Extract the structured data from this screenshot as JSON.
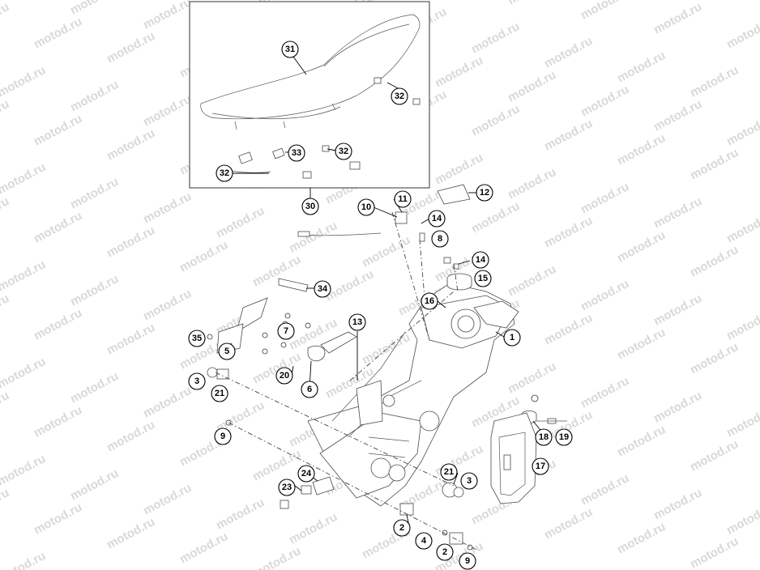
{
  "watermark": "motod.ru",
  "callouts": [
    {
      "id": "c31",
      "label": "31"
    },
    {
      "id": "c32a",
      "label": "32"
    },
    {
      "id": "c32b",
      "label": "32"
    },
    {
      "id": "c33",
      "label": "33"
    },
    {
      "id": "c32c",
      "label": "32"
    },
    {
      "id": "c30",
      "label": "30"
    },
    {
      "id": "c10",
      "label": "10"
    },
    {
      "id": "c11",
      "label": "11"
    },
    {
      "id": "c12",
      "label": "12"
    },
    {
      "id": "c14a",
      "label": "14"
    },
    {
      "id": "c8",
      "label": "8"
    },
    {
      "id": "c14b",
      "label": "14"
    },
    {
      "id": "c15",
      "label": "15"
    },
    {
      "id": "c34",
      "label": "34"
    },
    {
      "id": "c16",
      "label": "16"
    },
    {
      "id": "c13",
      "label": "13"
    },
    {
      "id": "c1",
      "label": "1"
    },
    {
      "id": "c7",
      "label": "7"
    },
    {
      "id": "c35",
      "label": "35"
    },
    {
      "id": "c5",
      "label": "5"
    },
    {
      "id": "c20",
      "label": "20"
    },
    {
      "id": "c3a",
      "label": "3"
    },
    {
      "id": "c21a",
      "label": "21"
    },
    {
      "id": "c6",
      "label": "6"
    },
    {
      "id": "c9a",
      "label": "9"
    },
    {
      "id": "c18",
      "label": "18"
    },
    {
      "id": "c19",
      "label": "19"
    },
    {
      "id": "c17",
      "label": "17"
    },
    {
      "id": "c24",
      "label": "24"
    },
    {
      "id": "c21b",
      "label": "21"
    },
    {
      "id": "c3b",
      "label": "3"
    },
    {
      "id": "c23",
      "label": "23"
    },
    {
      "id": "c2a",
      "label": "2"
    },
    {
      "id": "c4",
      "label": "4"
    },
    {
      "id": "c2b",
      "label": "2"
    },
    {
      "id": "c9b",
      "label": "9"
    }
  ]
}
